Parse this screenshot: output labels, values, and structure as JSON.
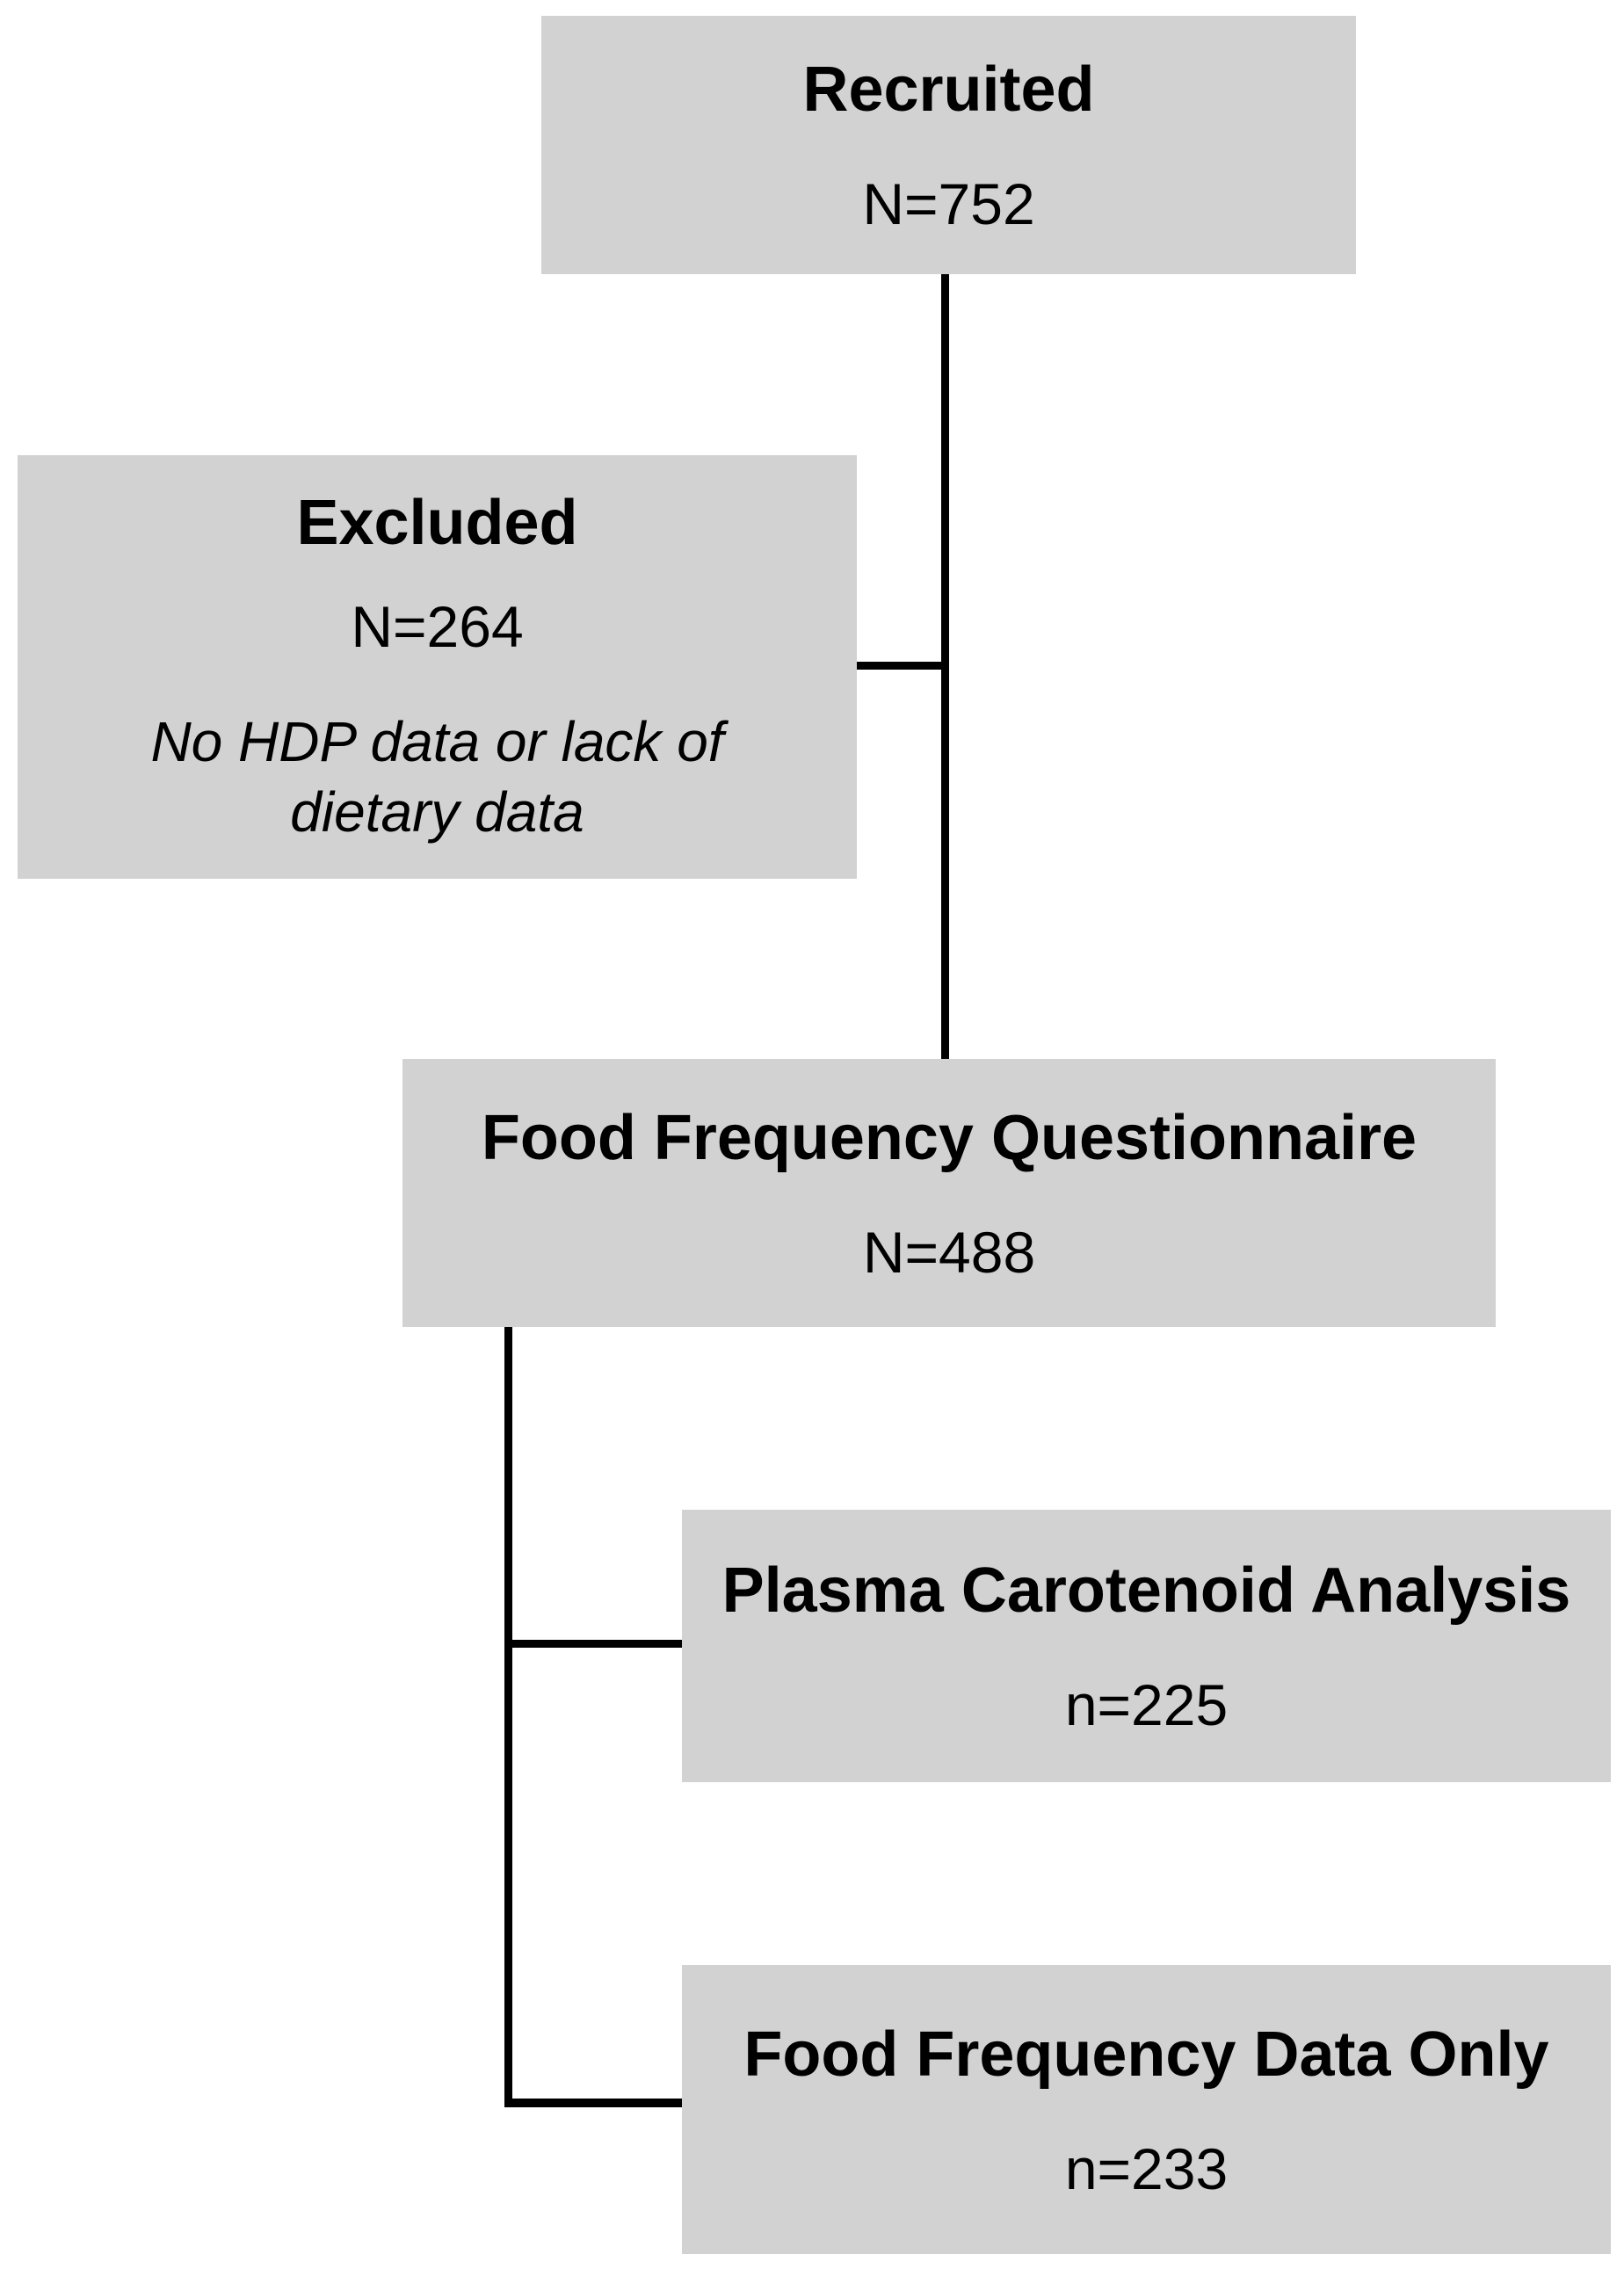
{
  "diagram": {
    "background": "#ffffff",
    "box_fill": "#d2d2d2",
    "text_color": "#000000",
    "line_color": "#000000",
    "nodes": {
      "recruited": {
        "title": "Recruited",
        "count": "N=752"
      },
      "excluded": {
        "title": "Excluded",
        "count": "N=264",
        "note": "No HDP data or lack of dietary data"
      },
      "ffq": {
        "title": "Food Frequency Questionnaire",
        "count": "N=488"
      },
      "plasma": {
        "title": "Plasma Carotenoid Analysis",
        "count": "n=225"
      },
      "ffq_only": {
        "title": "Food Frequency Data Only",
        "count": "n=233"
      }
    }
  }
}
